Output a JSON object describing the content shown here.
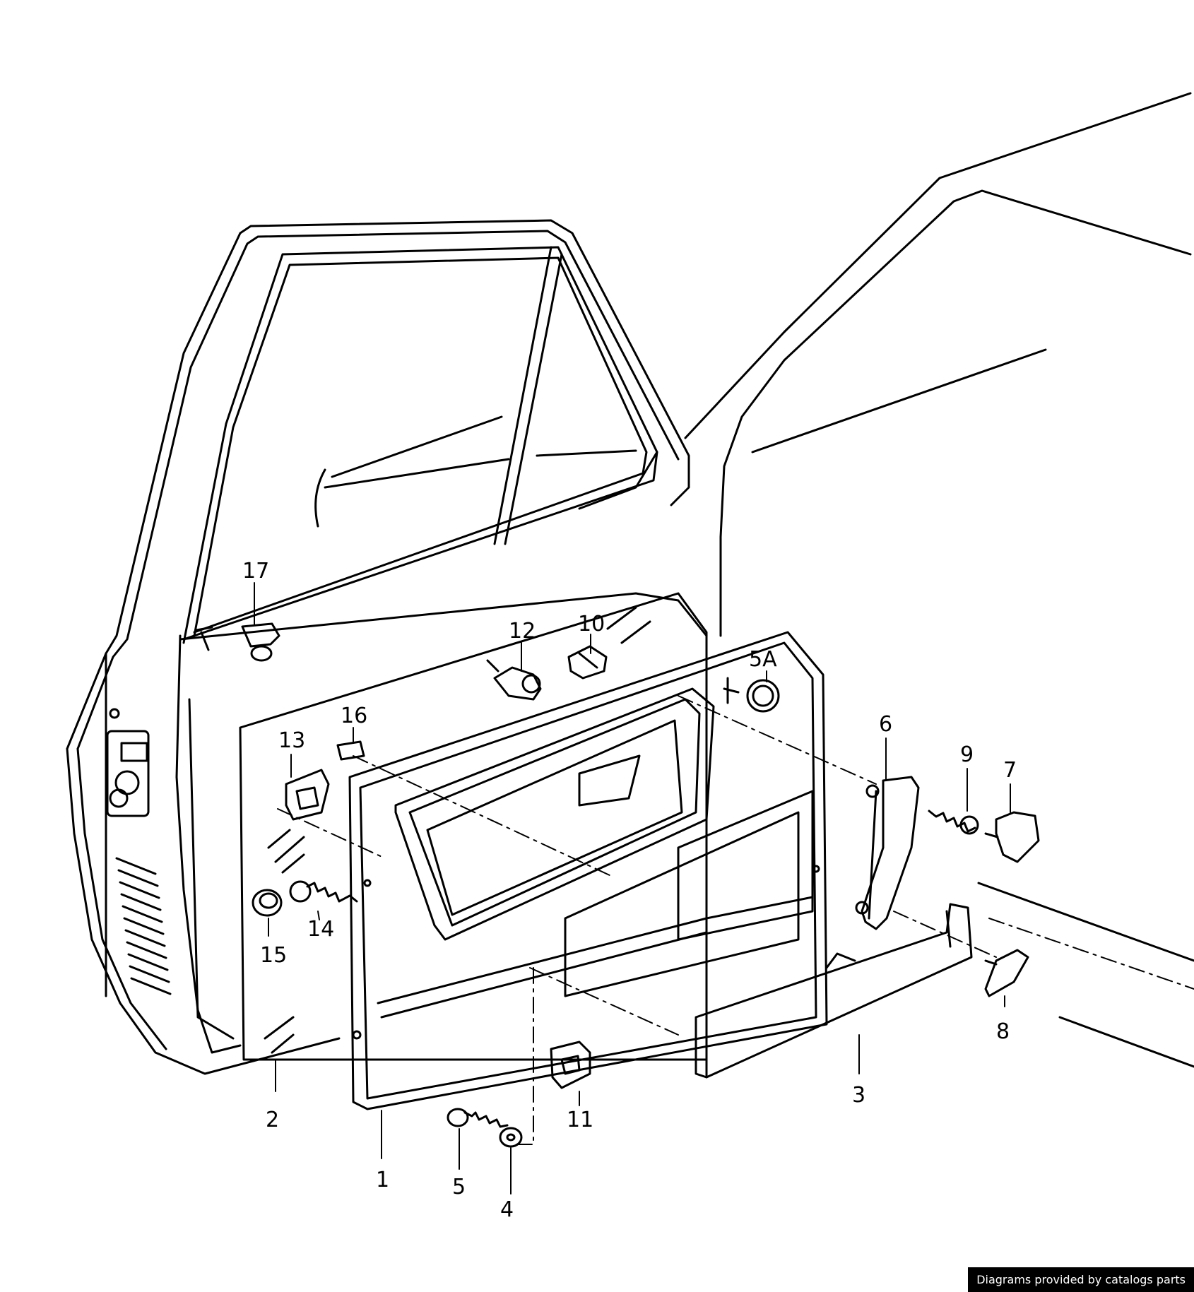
{
  "diagram": {
    "labels": [
      "17",
      "12",
      "10",
      "5A",
      "16",
      "13",
      "6",
      "9",
      "7",
      "14",
      "15",
      "2",
      "1",
      "5",
      "4",
      "11",
      "3",
      "8"
    ]
  },
  "footer": {
    "credit": "Diagrams provided by catalogs parts"
  }
}
